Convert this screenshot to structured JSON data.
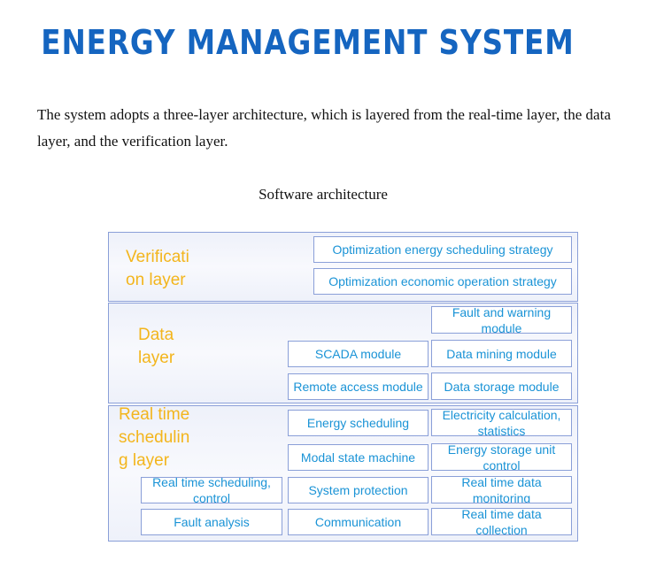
{
  "title": "ENERGY MANAGEMENT SYSTEM",
  "intro": "The system adopts a three-layer architecture, which is layered from the real-time layer, the data layer, and the verification layer.",
  "diagram": {
    "caption": "Software architecture",
    "layers": {
      "verification": {
        "label": "Verificati\non layer",
        "modules": [
          "Optimization energy scheduling strategy",
          "Optimization economic operation strategy"
        ]
      },
      "data": {
        "label": "Data\nlayer",
        "modules": [
          "Fault and warning\nmodule",
          "SCADA module",
          "Data mining module",
          "Remote access module",
          "Data storage module"
        ]
      },
      "realtime": {
        "label": "Real time\nschedulin\ng layer",
        "modules": [
          "Energy scheduling",
          "Electricity calculation,\nstatistics",
          "Modal state machine",
          "Energy storage unit\ncontrol",
          "Real time scheduling,\ncontrol",
          "System protection",
          "Real time data\nmonitoring",
          "Fault analysis",
          "Communication",
          "Real time data\ncollection"
        ]
      }
    }
  },
  "colors": {
    "title": "#1565c0",
    "layer_label": "#f3b51c",
    "module_text": "#1a93d6",
    "border": "#8a9fd8"
  }
}
